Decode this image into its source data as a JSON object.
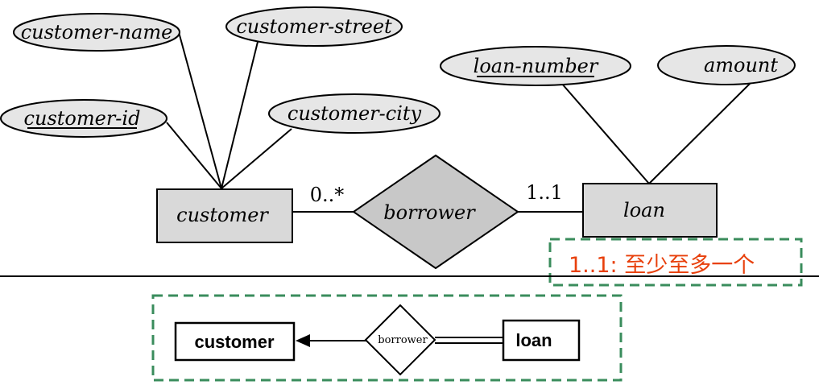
{
  "top_diagram": {
    "attributes": {
      "customer_name": "customer-name",
      "customer_street": "customer-street",
      "customer_id": "customer-id",
      "customer_city": "customer-city",
      "loan_number": "loan-number",
      "amount": "amount"
    },
    "entities": {
      "customer": "customer",
      "loan": "loan"
    },
    "relationship": "borrower",
    "cardinality_customer": "0..*",
    "cardinality_loan": "1..1",
    "note": "1..1: 至少至多一个"
  },
  "bottom_diagram": {
    "entity_customer": "customer",
    "relationship": "borrower",
    "entity_loan": "loan"
  },
  "colors": {
    "entity_fill": "#d9d9d9",
    "attribute_fill": "#e6e6e6",
    "relationship_fill": "#c8c8c8",
    "dashed_box": "#3a8c5c",
    "note_text": "#e8400c"
  }
}
